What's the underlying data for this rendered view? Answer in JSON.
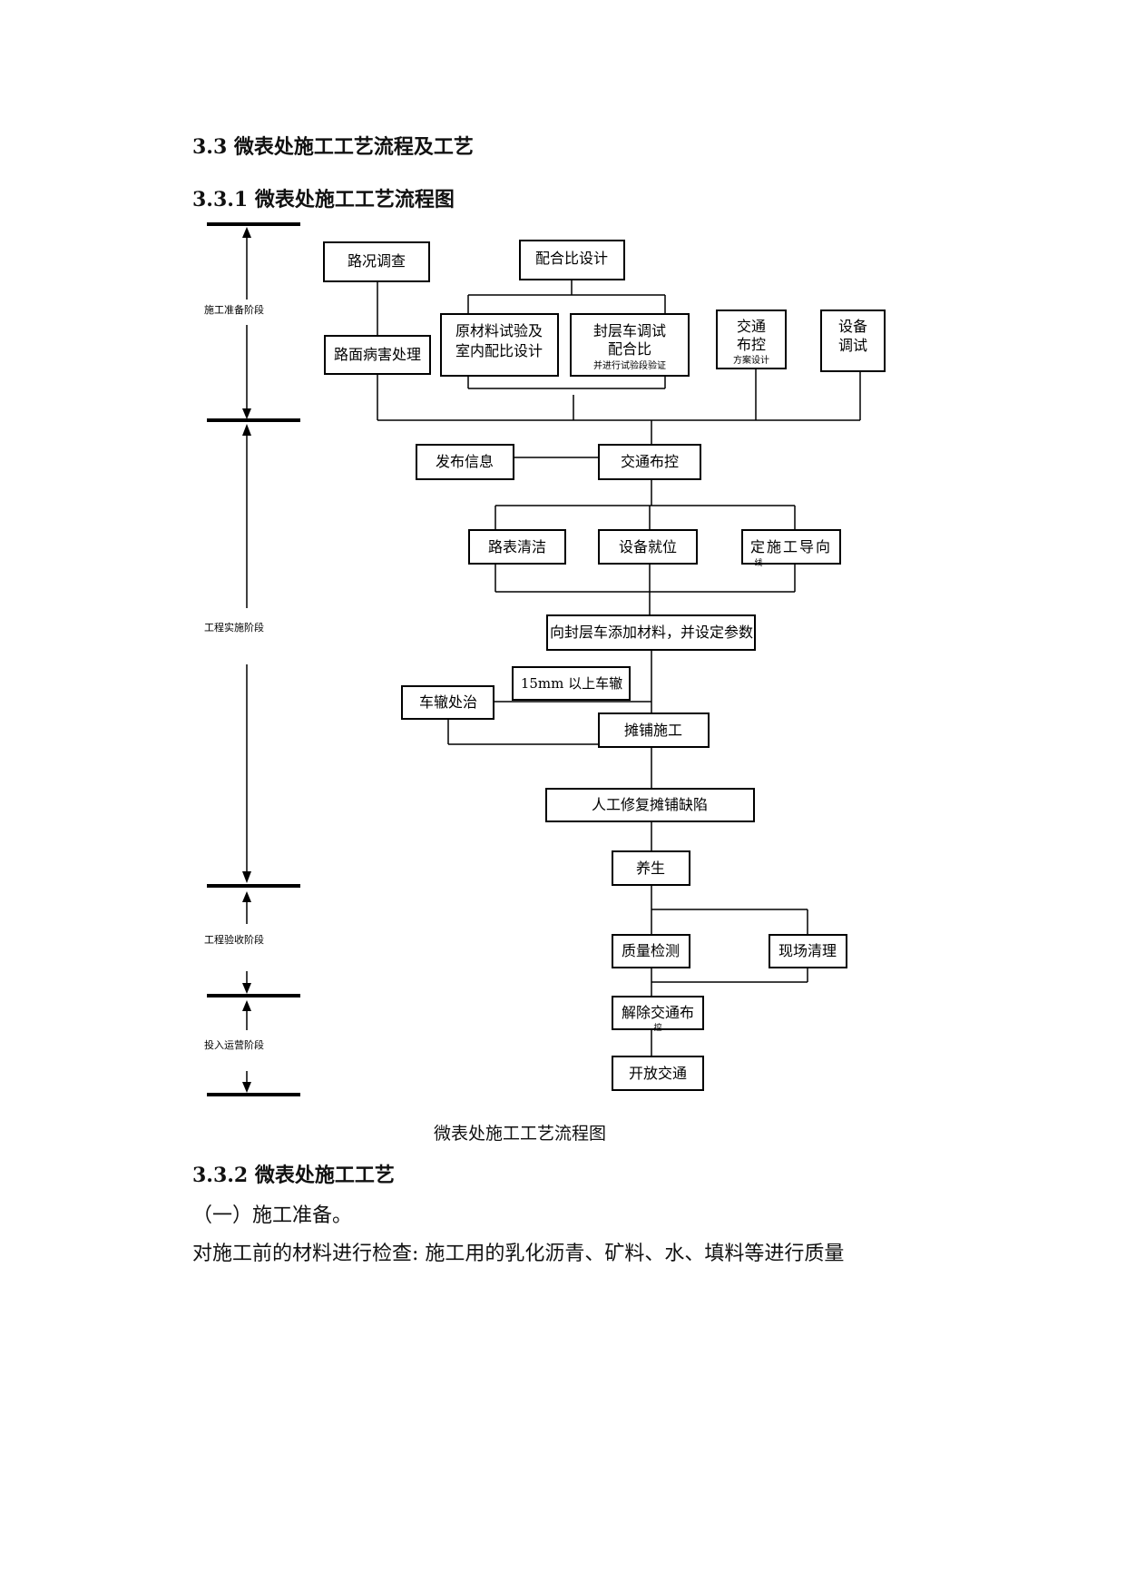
{
  "section_title": "3.3 微表处施工工艺流程及工艺",
  "subsection_1_title": "3.3.1 微表处施工工艺流程图",
  "stages": {
    "prep": "施工准备阶段",
    "exec": "工程实施阶段",
    "accept": "工程验收阶段",
    "operate": "投入运营阶段"
  },
  "boxes": {
    "road_survey": "路况调查",
    "mix_design": "配合比设计",
    "pavement_fix": "路面病害处理",
    "material_test_1": "原材料试验及",
    "material_test_2": "室内配比设计",
    "sealer_adjust_1": "封层车调试",
    "sealer_adjust_2": "配合比",
    "sealer_adjust_3": "并进行试验段验证",
    "traffic_plan_1": "交通",
    "traffic_plan_2": "布控",
    "traffic_plan_3": "方案设计",
    "equip_debug_1": "设备",
    "equip_debug_2": "调试",
    "publish_info": "发布信息",
    "traffic_control": "交通布控",
    "road_clean": "路表清洁",
    "equip_ready": "设备就位",
    "guide_line": "定施工导向",
    "guide_line_cut": "线",
    "add_material": "向封层车添加材料，并设定参数",
    "rut_15mm": "15mm 以上车辙",
    "rut_treat": "车辙处治",
    "paving": "摊铺施工",
    "manual_repair": "人工修复摊铺缺陷",
    "curing": "养生",
    "quality_check": "质量检测",
    "site_clean": "现场清理",
    "lift_control": "解除交通布",
    "lift_control_cut": "控",
    "open_traffic": "开放交通"
  },
  "figure_caption": "微表处施工工艺流程图",
  "subsection_2_title": "3.3.2 微表处施工工艺",
  "item_1": "（一）施工准备。",
  "body_text": "对施工前的材料进行检查: 施工用的乳化沥青、矿料、水、填料等进行质量"
}
